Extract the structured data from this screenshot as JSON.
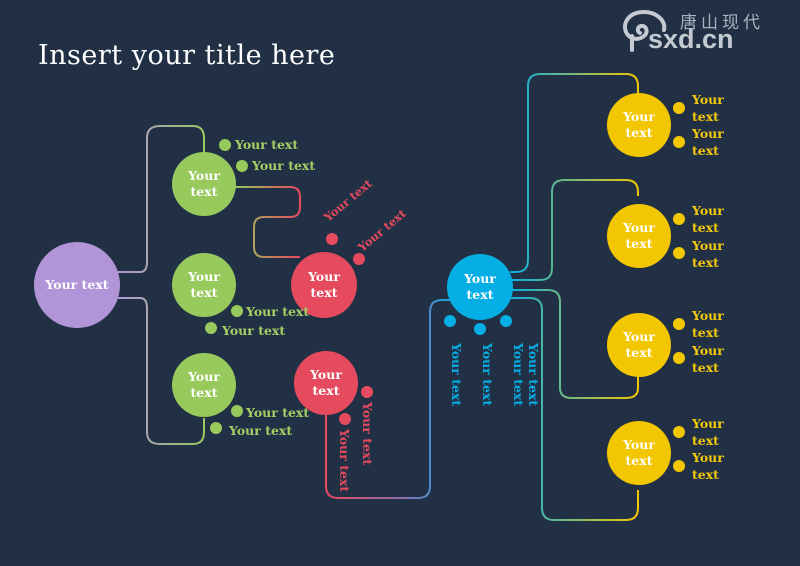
{
  "title": "Insert your title here",
  "logo": {
    "cn_text": "唐山现代",
    "url_text": "sxd.cn"
  },
  "colors": {
    "background": "#213044",
    "purple": "#b294d8",
    "green": "#98c95c",
    "green_text": "#a4d065",
    "red": "#e64a5e",
    "blue": "#06aee6",
    "yellow": "#f2c701",
    "yellow_text": "#f4c90a"
  },
  "nodes": {
    "root": "Your text",
    "green_top": "Your text",
    "green_mid": "Your text",
    "green_bot": "Your text",
    "red_mid": "Your text",
    "red_bot": "Your text",
    "blue": "Your text",
    "yellow_1": "Your text",
    "yellow_2": "Your text",
    "yellow_3": "Your text",
    "yellow_4": "Your text"
  },
  "labels": {
    "green_top_1": "Your text",
    "green_top_2": "Your text",
    "green_mid_1": "Your text",
    "green_mid_2": "Your text",
    "green_bot_1": "Your text",
    "green_bot_2": "Your text",
    "red_mid_1": "Your text",
    "red_mid_2": "Your text",
    "red_bot_1": "Your text",
    "red_bot_2": "Your text",
    "blue_1": "Your text",
    "blue_2": "Your text",
    "blue_3": "Your text",
    "blue_4": "Your text",
    "yellow_1a": "Your text",
    "yellow_1b": "Your text",
    "yellow_2a": "Your text",
    "yellow_2b": "Your text",
    "yellow_3a": "Your text",
    "yellow_3b": "Your text",
    "yellow_4a": "Your text",
    "yellow_4b": "Your text"
  }
}
